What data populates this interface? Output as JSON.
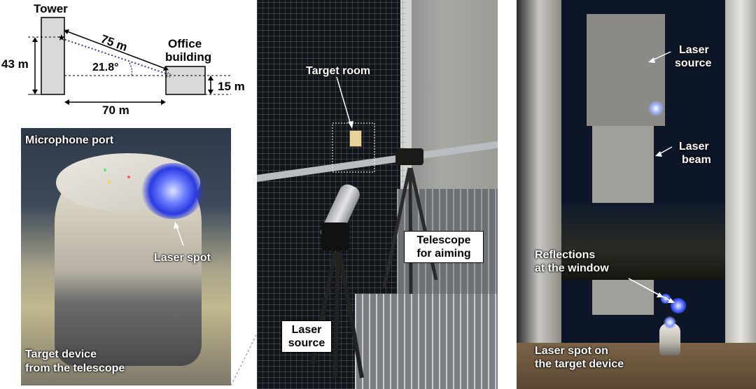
{
  "diagram": {
    "tower_label": "Tower",
    "office_label_line1": "Office",
    "office_label_line2": "building",
    "distance_diag": "75 m",
    "angle": "21.8°",
    "tower_height": "43 m",
    "office_height": "15 m",
    "horizontal_distance": "70 m"
  },
  "left_photo": {
    "microphone_port": "Microphone port",
    "laser_spot": "Laser spot",
    "caption_line1": "Target device",
    "caption_line2": "from the telescope"
  },
  "center_photo": {
    "target_room": "Target room",
    "telescope_line1": "Telescope",
    "telescope_line2": "for aiming",
    "laser_line1": "Laser",
    "laser_line2": "source"
  },
  "right_photo": {
    "laser_source_line1": "Laser",
    "laser_source_line2": "source",
    "laser_beam_line1": "Laser",
    "laser_beam_line2": "beam",
    "reflections_line1": "Reflections",
    "reflections_line2": "at the window",
    "spot_line1": "Laser spot on",
    "spot_line2": "the target device"
  },
  "colors": {
    "laser_blue": "#3a5bff",
    "dotted_line": "#2a3aa8"
  }
}
